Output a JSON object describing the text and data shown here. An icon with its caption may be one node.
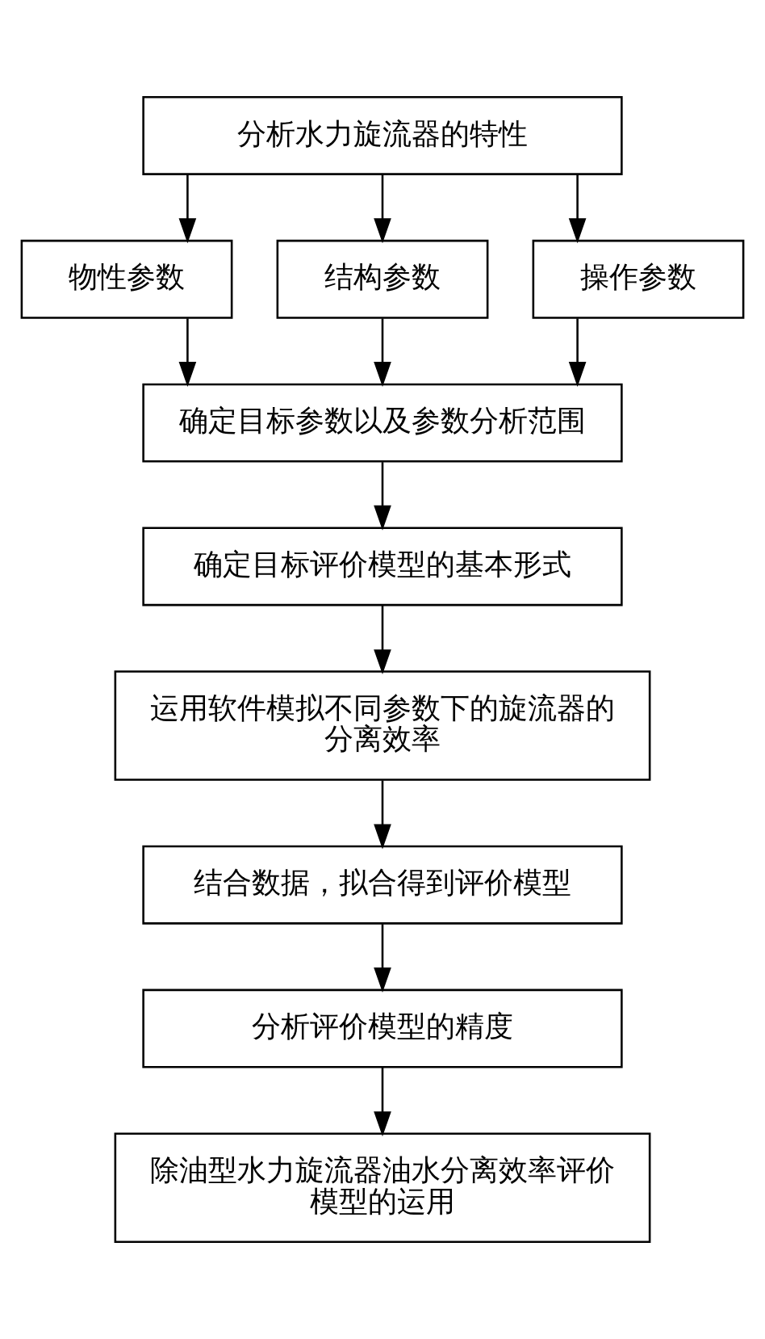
{
  "diagram": {
    "nodes": [
      {
        "text": [
          "分析水力旋流器的特性"
        ]
      },
      {
        "text": [
          "物性参数"
        ]
      },
      {
        "text": [
          "结构参数"
        ]
      },
      {
        "text": [
          "操作参数"
        ]
      },
      {
        "text": [
          "确定目标参数以及参数分析范围"
        ]
      },
      {
        "text": [
          "确定目标评价模型的基本形式"
        ]
      },
      {
        "text": [
          "运用软件模拟不同参数下的旋流器的分离效率"
        ]
      },
      {
        "text": [
          "结合数据，拟合得到评价模型"
        ]
      },
      {
        "text": [
          "分析评价模型的精度"
        ]
      },
      {
        "text": [
          "除油型水力旋流器油水分离效率评价模型的运用"
        ]
      }
    ],
    "edges": [
      {
        "from": 0,
        "to": 1,
        "arrow": "to"
      },
      {
        "from": 0,
        "to": 2,
        "arrow": "to"
      },
      {
        "from": 0,
        "to": 3,
        "arrow": "to"
      },
      {
        "from": 1,
        "to": 4,
        "arrow": "to"
      },
      {
        "from": 2,
        "to": 4,
        "arrow": "to"
      },
      {
        "from": 3,
        "to": 4,
        "arrow": "to"
      },
      {
        "from": 4,
        "to": 5,
        "arrow": "to"
      },
      {
        "from": 5,
        "to": 6,
        "arrow": "to"
      },
      {
        "from": 6,
        "to": 7,
        "arrow": "to"
      },
      {
        "from": 7,
        "to": 8,
        "arrow": "to"
      },
      {
        "from": 8,
        "to": 9,
        "arrow": "to"
      }
    ]
  }
}
